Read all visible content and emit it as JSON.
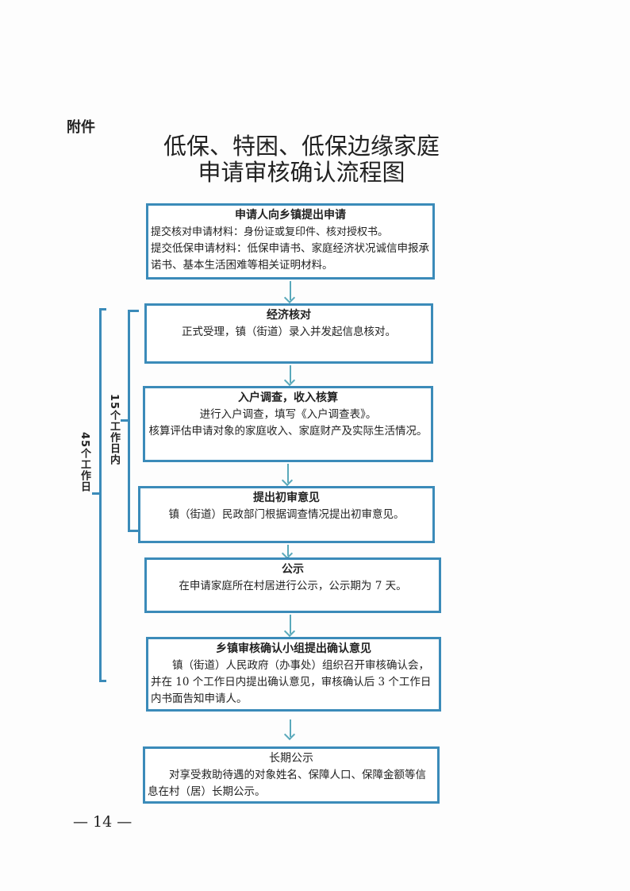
{
  "attachment_label": "附件",
  "title": [
    "低保、特困、低保边缘家庭",
    "申请审核确认流程图"
  ],
  "steps": [
    {
      "title": "申请人向乡镇提出申请",
      "lines": [
        "提交核对申请材料：身份证或复印件、核对授权书。",
        "提交低保申请材料：低保申请书、家庭经济状况诚信申报承诺书、基本生活困难等相关证明材料。"
      ]
    },
    {
      "title": "经济核对",
      "lines": [
        "正式受理，镇（街道）录入并发起信息核对。"
      ]
    },
    {
      "title": "入户调查，收入核算",
      "lines": [
        "进行入户调查，填写《入户调查表》。",
        "核算评估申请对象的家庭收入、家庭财产及实际生活情况。"
      ]
    },
    {
      "title": "提出初审意见",
      "lines": [
        "镇（街道）民政部门根据调查情况提出初审意见。"
      ]
    },
    {
      "title": "公示",
      "lines": [
        "在申请家庭所在村居进行公示，公示期为 7 天。"
      ]
    },
    {
      "title": "乡镇审核确认小组提出确认意见",
      "lines": [
        "镇（街道）人民政府（办事处）组织召开审核确认会，并在 10 个工作日内提出确认意见，审核确认后 3 个工作日内书面告知申请人。"
      ]
    },
    {
      "title": "长期公示",
      "lines": [
        "对享受救助待遇的对象姓名、保障人口、保障金额等信息在村（居）长期公示。"
      ]
    }
  ],
  "brackets": {
    "inner": "15个工作日内",
    "outer": "45个工作日"
  },
  "page_number": "— 14 —"
}
